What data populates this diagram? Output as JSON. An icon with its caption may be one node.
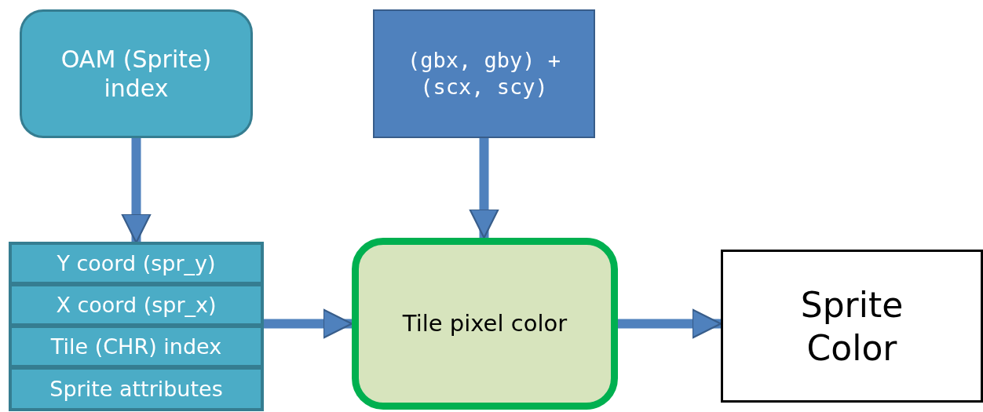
{
  "diagram": {
    "nodes": [
      {
        "text": [
          "OAM (Sprite) index"
        ]
      },
      {
        "text": [
          "(gbx, gby) + (scx, scy)"
        ]
      },
      {
        "text": [],
        "shape": "box"
      },
      {
        "text": [
          "Y coord (spr_y)"
        ],
        "in": 2
      },
      {
        "text": [
          "X coord (spr_x)"
        ],
        "in": 2
      },
      {
        "text": [
          "Tile (CHR) index"
        ],
        "in": 2
      },
      {
        "text": [
          "Sprite attributes"
        ],
        "in": 2
      },
      {
        "text": [
          "Tile pixel color"
        ]
      },
      {
        "text": [
          "Sprite Color"
        ]
      }
    ],
    "edges": [
      {
        "from": 0,
        "to": 2,
        "arrow": "to"
      },
      {
        "from": 1,
        "to": 7,
        "arrow": "to"
      },
      {
        "from": 2,
        "to": 7,
        "arrow": "to"
      },
      {
        "from": 7,
        "to": 8,
        "arrow": "to"
      }
    ]
  }
}
